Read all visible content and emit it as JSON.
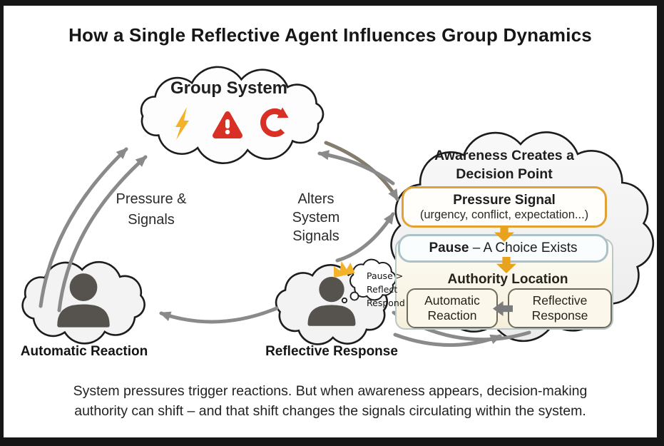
{
  "title": "How a Single Reflective Agent Influences Group Dynamics",
  "group_system": {
    "label": "Group System",
    "icons": [
      "lightning-icon",
      "warning-icon",
      "cycle-icon"
    ]
  },
  "flow_labels": {
    "pressure_signals": [
      "Pressure &",
      "Signals"
    ],
    "alters_system": [
      "Alters",
      "System",
      "Signals"
    ]
  },
  "agents": {
    "automatic": {
      "label": "Automatic Reaction"
    },
    "reflective": {
      "label": "Reflective Response",
      "thought": [
        "Pause >",
        "Reflect",
        "Respond"
      ]
    }
  },
  "awareness": {
    "heading": [
      "Awareness Creates a",
      "Decision Point"
    ],
    "pressure_box": {
      "title": "Pressure Signal",
      "subtitle": "(urgency, conflict, expectation...)"
    },
    "pause_box": {
      "bold": "Pause",
      "rest": " – A Choice Exists"
    },
    "authority": {
      "title": "Authority Location",
      "options": [
        "Automatic Reaction",
        "Reflective Response"
      ]
    }
  },
  "caption": [
    "System pressures trigger reactions. But when awareness appears, decision-making",
    "authority can shift – and that shift changes the signals circulating within the system."
  ],
  "colors": {
    "accent_orange": "#E9A21B",
    "alert_red": "#D93025",
    "bolt_yellow": "#F3B229",
    "arrow_gray": "#8A8A8A",
    "silhouette_gray": "#56524E"
  }
}
